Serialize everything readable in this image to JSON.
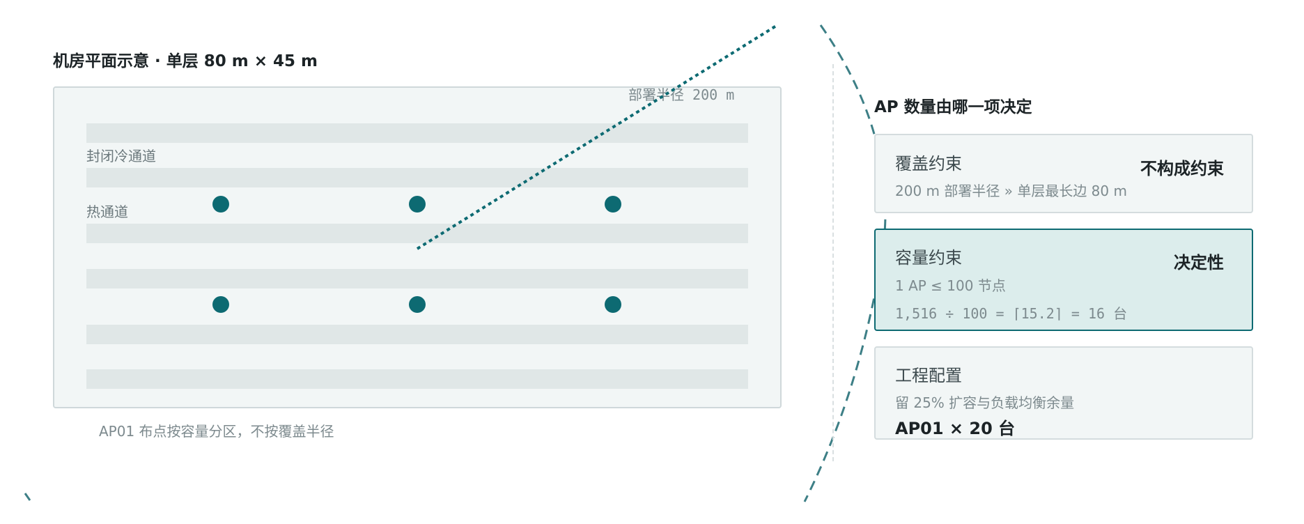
{
  "left": {
    "title": "机房平面示意 · 单层 80 m × 45 m",
    "radius_label": "部署半径 200 m",
    "cold_aisle_label": "封闭冷通道",
    "hot_aisle_label": "热通道",
    "caption": "AP01 布点按容量分区，不按覆盖半径",
    "ap_rows": 2,
    "ap_columns": 3
  },
  "right": {
    "title": "AP 数量由哪一项决定",
    "cards": [
      {
        "name": "覆盖约束",
        "verdict": "不构成约束",
        "lines": [
          "200 m 部署半径 » 单层最长边 80 m"
        ]
      },
      {
        "name": "容量约束",
        "verdict": "决定性",
        "lines": [
          "1 AP ≤ 100 节点",
          "1,516 ÷ 100 = ⌈15.2⌉ = 16 台"
        ]
      },
      {
        "name": "工程配置",
        "lines": [
          "留 25% 扩容与负载均衡余量"
        ],
        "result": "AP01 × 20 台"
      }
    ]
  },
  "colors": {
    "accent": "#0d6a72",
    "floor_bg": "#f2f6f6",
    "rack": "#e0e7e7",
    "active_card_bg": "#dcedec"
  }
}
